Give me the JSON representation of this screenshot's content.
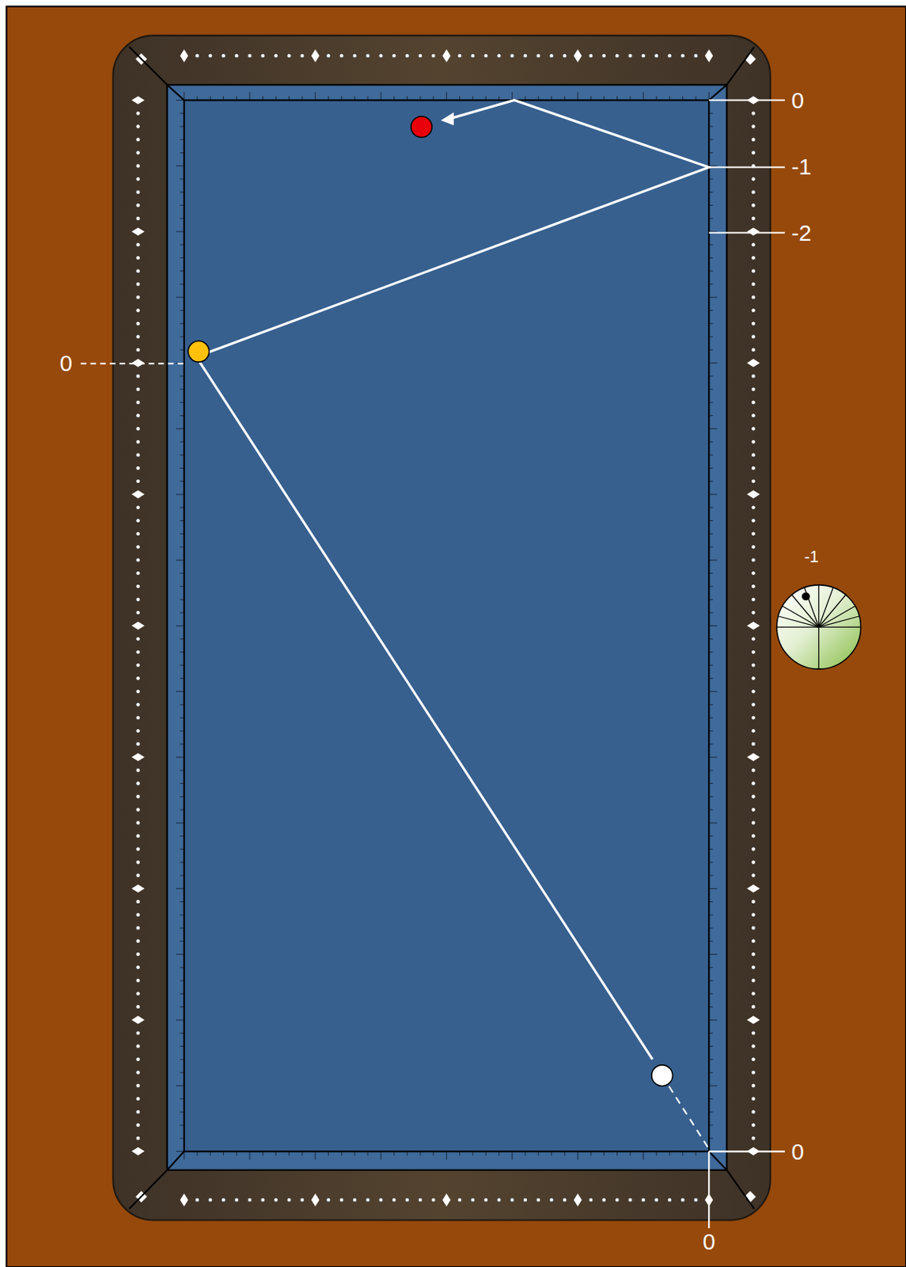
{
  "diagram": {
    "labels": [
      "0",
      "-1",
      "-2",
      "0",
      "0",
      "0",
      "-1"
    ]
  }
}
